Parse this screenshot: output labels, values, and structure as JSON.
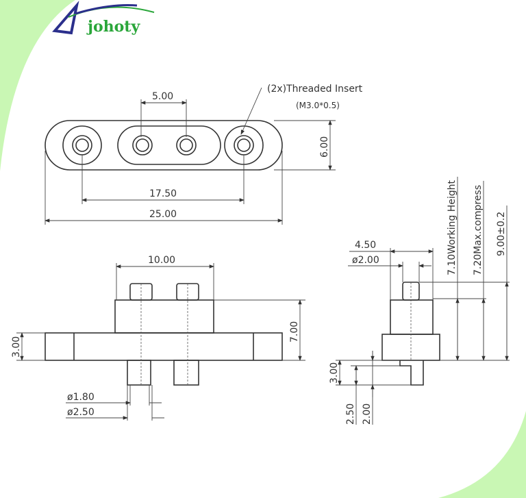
{
  "brand": {
    "logo_text": "johoty",
    "colors": {
      "green": "#2aa63a",
      "navy": "#2b2f8c",
      "bg_green": "#c9f7b4"
    }
  },
  "drawing": {
    "top_view": {
      "dim_pitch": "5.00",
      "dim_height": "6.00",
      "dim_hole_span": "17.50",
      "dim_length": "25.00",
      "callout_line1": "(2x)Threaded Insert",
      "callout_line2": "(M3.0*0.5)"
    },
    "front_view": {
      "dim_body_width": "10.00",
      "dim_total_height": "7.00",
      "dim_plate_thickness": "3.00",
      "dim_pin_dia": "ø1.80",
      "dim_barrel_dia": "ø2.50"
    },
    "side_view": {
      "dim_width": "4.50",
      "dim_dia": "ø2.00",
      "dim_working_height": "7.10Working Height",
      "dim_max_compress": "7.20Max.compress",
      "dim_total": "9.00±0.2",
      "dim_tail": "3.00",
      "dim_tail_a": "2.50",
      "dim_tail_b": "2.00"
    }
  }
}
